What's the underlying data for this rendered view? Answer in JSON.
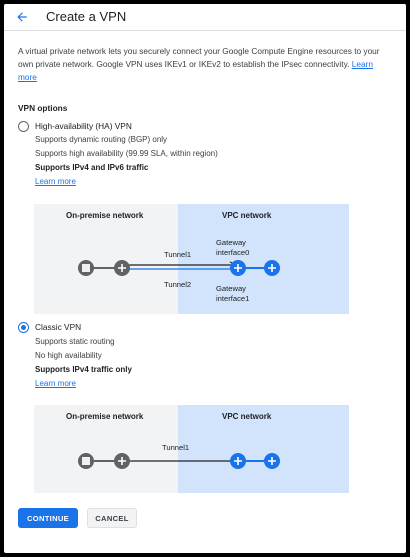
{
  "header": {
    "title": "Create a VPN",
    "back_icon": "arrow-back-icon"
  },
  "intro": {
    "text": "A virtual private network lets you securely connect your Google Compute Engine resources to your own private network. Google VPN uses IKEv1 or IKEv2 to establish the IPsec connectivity.",
    "link": "Learn more"
  },
  "vpn_options": {
    "label": "VPN options",
    "options": [
      {
        "title": "High-availability (HA) VPN",
        "selected": false,
        "lines": [
          "Supports dynamic routing (BGP) only",
          "Supports high availability (99.99 SLA, within region)"
        ],
        "bold_line": "Supports IPv4 and IPv6 traffic",
        "link": "Learn more",
        "diagram": {
          "left_title": "On-premise network",
          "right_title": "VPC network",
          "tunnel1": "Tunnel1",
          "tunnel2": "Tunnel2",
          "gateway0": "Gateway\ninterface0",
          "gateway1": "Gateway\ninterface1"
        }
      },
      {
        "title": "Classic VPN",
        "selected": true,
        "lines": [
          "Supports static routing",
          "No high availability"
        ],
        "bold_line": "Supports IPv4 traffic only",
        "link": "Learn more",
        "diagram": {
          "left_title": "On-premise network",
          "right_title": "VPC network",
          "tunnel1": "Tunnel1"
        }
      }
    ]
  },
  "buttons": {
    "continue": "CONTINUE",
    "cancel": "CANCEL"
  },
  "colors": {
    "accent": "#1a73e8",
    "onprem_pane": "#f1f3f4",
    "vpc_pane": "#d2e3fc",
    "onprem_node": "#5f6368"
  }
}
